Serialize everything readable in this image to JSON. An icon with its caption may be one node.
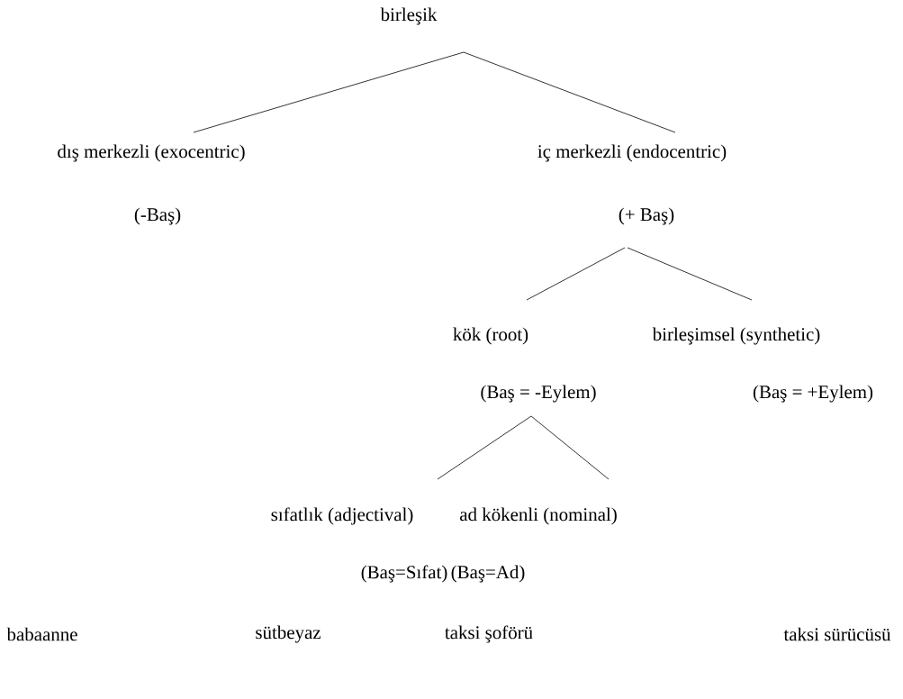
{
  "diagram": {
    "nodes": [
      {
        "text": [
          "birleşik"
        ]
      },
      {
        "text": [
          "dış merkezli (exocentric)",
          "(-Baş)"
        ]
      },
      {
        "text": [
          "iç merkezli (endocentric)",
          "(+ Baş)"
        ]
      },
      {
        "text": [
          "kök (root)",
          "(Baş = -Eylem)"
        ]
      },
      {
        "text": [
          "birleşimsel (synthetic)",
          "(Baş = +Eylem)"
        ]
      },
      {
        "text": [
          "sıfatlık (adjectival)",
          "(Baş=Sıfat)"
        ]
      },
      {
        "text": [
          "ad kökenli  (nominal)",
          "(Baş=Ad)"
        ]
      }
    ],
    "edges": [
      {
        "from": 0,
        "to": 1,
        "arrow": "none"
      },
      {
        "from": 0,
        "to": 2,
        "arrow": "none"
      },
      {
        "from": 2,
        "to": 3,
        "arrow": "none"
      },
      {
        "from": 2,
        "to": 4,
        "arrow": "none"
      },
      {
        "from": 3,
        "to": 5,
        "arrow": "none"
      },
      {
        "from": 3,
        "to": 6,
        "arrow": "none"
      }
    ],
    "labels": [
      "babaanne",
      "sütbeyaz",
      "taksi şoförü",
      "taksi sürücüsü"
    ]
  }
}
